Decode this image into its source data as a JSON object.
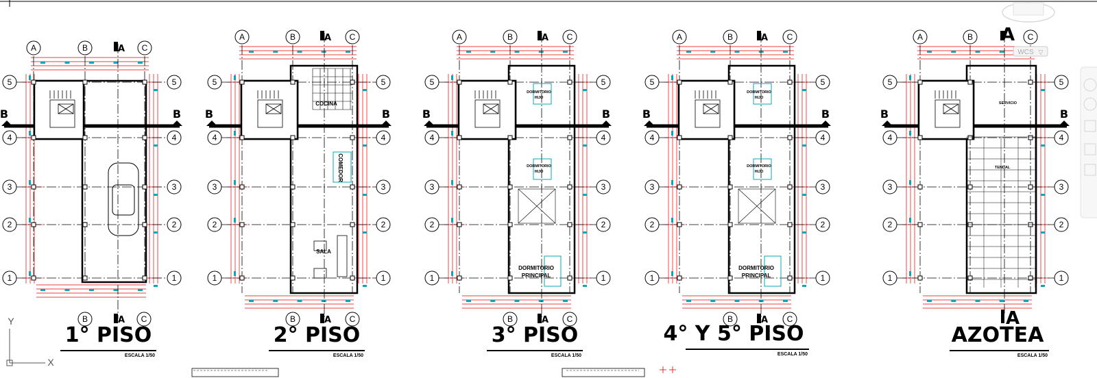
{
  "section_label": "A",
  "section_letter": "B",
  "grid_rows": [
    "5",
    "4",
    "3",
    "2",
    "1"
  ],
  "ucs": {
    "y": "Y",
    "x": "X"
  },
  "wcs_label": "WCS",
  "plans": [
    {
      "id": "piso-1",
      "title": "1° PISO",
      "scale": "ESCALA 1/50",
      "cols_top": [
        "A",
        "B",
        "C"
      ],
      "cols_bottom": [
        "B",
        "C"
      ],
      "rooms": []
    },
    {
      "id": "piso-2",
      "title": "2° PISO",
      "scale": "ESCALA 1/50",
      "cols_top": [
        "A",
        "B",
        "C"
      ],
      "cols_bottom": [
        "B",
        "C"
      ],
      "rooms": [
        "COCINA",
        "COMEDOR",
        "SALA"
      ]
    },
    {
      "id": "piso-3",
      "title": "3° PISO",
      "scale": "ESCALA 1/50",
      "cols_top": [
        "A",
        "B",
        "C"
      ],
      "cols_bottom": [
        "B",
        "C"
      ],
      "rooms": [
        "DORMITORIO",
        "HIJO",
        "DORMITORIO",
        "HIJO",
        "DORMITORIO",
        "PRINCIPAL"
      ]
    },
    {
      "id": "piso-4-5",
      "title": "4° Y 5° PISO",
      "scale": "ESCALA 1/50",
      "cols_top": [
        "A",
        "B",
        "C"
      ],
      "cols_bottom": [
        "B",
        "C"
      ],
      "rooms": [
        "DORMITORIO",
        "HIJO",
        "DORMITORIO",
        "HIJO",
        "DORMITORIO",
        "PRINCIPAL"
      ]
    },
    {
      "id": "azotea",
      "title": "AZOTEA",
      "scale": "ESCALA 1/50",
      "cols_top": [
        "A",
        "B",
        "C"
      ],
      "cols_bottom": [],
      "rooms": [
        "SERVICIO",
        "TENDAL"
      ]
    }
  ]
}
